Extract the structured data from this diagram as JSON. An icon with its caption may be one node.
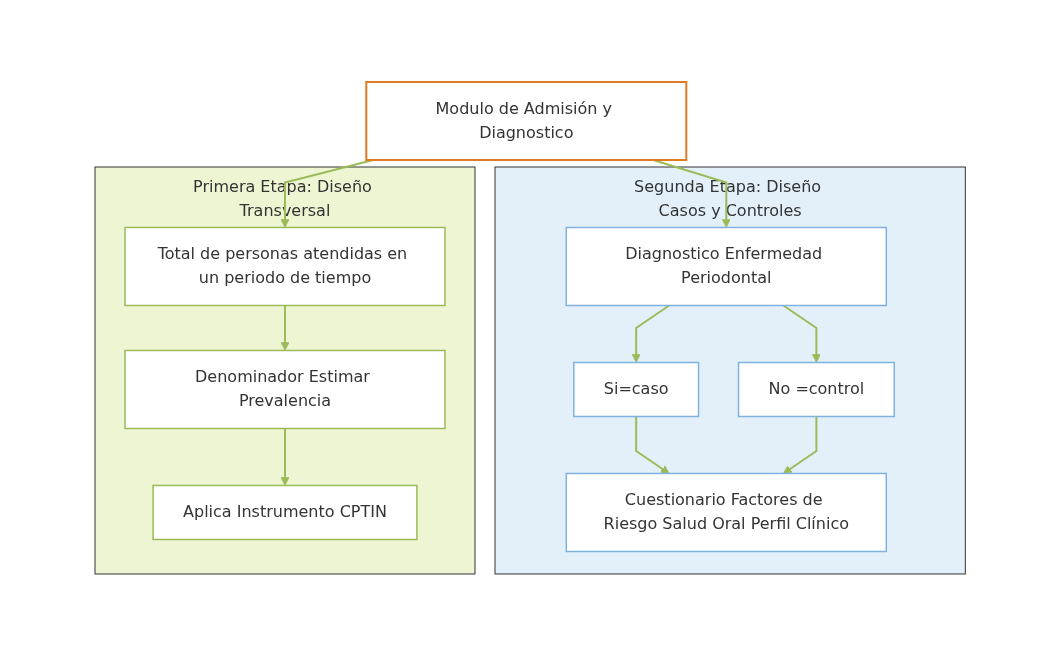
{
  "diagram": {
    "nodes": [
      {
        "text": [
          "Primera Etapa: Diseño Transversal"
        ]
      },
      {
        "text": [
          "Segunda Etapa: Diseño Casos y Controles"
        ]
      },
      {
        "text": [
          "Modulo de Admisión y Diagnostico"
        ]
      },
      {
        "text": [
          "Diagnostico Enfermedad Periodontal"
        ],
        "in": 1
      },
      {
        "text": [
          "Total de personas atendidas en un periodo de tiempo"
        ],
        "in": 0
      },
      {
        "text": [
          "Denominador Estimar Prevalencia"
        ],
        "in": 0
      },
      {
        "text": [
          "Aplica Instrumento CPTIN"
        ],
        "in": 0
      },
      {
        "text": [
          "Si=caso"
        ],
        "in": 1
      },
      {
        "text": [
          "No =control"
        ],
        "in": 1
      },
      {
        "text": [
          "Cuestionario Factores de Riesgo Salud Oral Perfil Clínico"
        ],
        "in": 1
      }
    ],
    "edges": [
      {
        "from": 2,
        "to": 4,
        "arrow": "to"
      },
      {
        "from": 2,
        "to": 3,
        "arrow": "to"
      },
      {
        "from": 3,
        "to": 7,
        "arrow": "to"
      },
      {
        "from": 3,
        "to": 8,
        "arrow": "to"
      },
      {
        "from": 4,
        "to": 5,
        "arrow": "to"
      },
      {
        "from": 5,
        "to": 6,
        "arrow": "to"
      },
      {
        "from": 7,
        "to": 9,
        "arrow": "to"
      },
      {
        "from": 8,
        "to": 9,
        "arrow": "to"
      }
    ]
  }
}
